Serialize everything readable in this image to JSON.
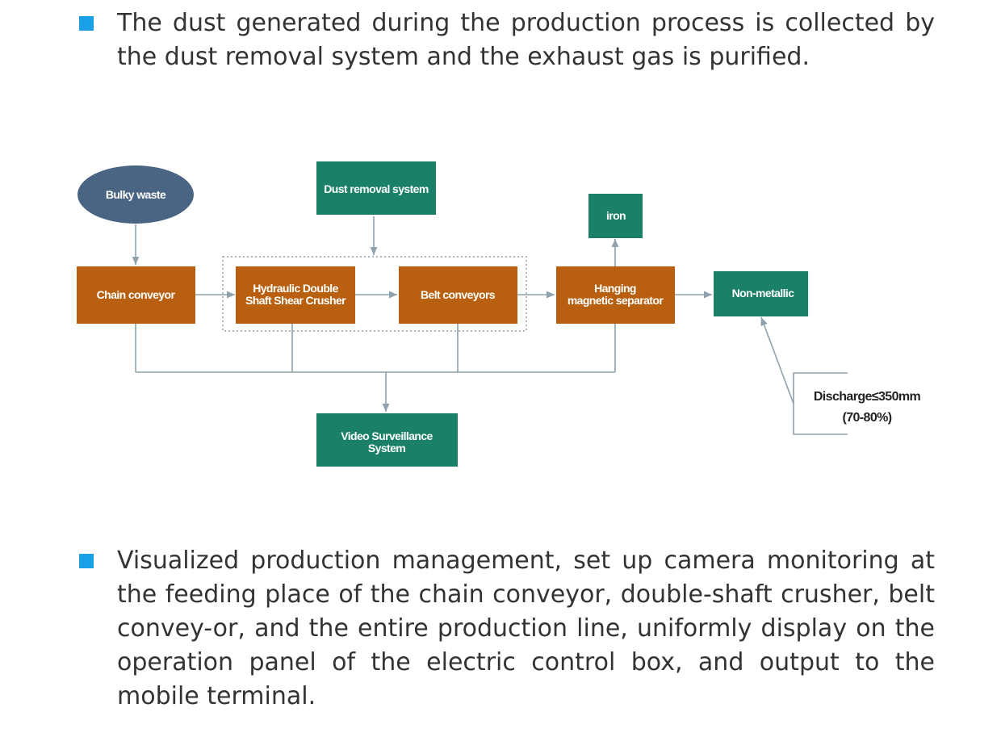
{
  "paragraphs": {
    "dust": "The dust generated during the production process is collected by the dust removal system and the exhaust gas is purified.",
    "video": "Visualized production management, set up camera monitoring at the feeding place of the chain conveyor, double-shaft crusher, belt convey-or, and the entire production line, uniformly display on the operation panel of the electric control box, and output to the mobile terminal."
  },
  "diagram": {
    "nodes": {
      "bulky_waste": "Bulky waste",
      "dust_removal": "Dust removal system",
      "iron": "iron",
      "chain_conveyor": "Chain conveyor",
      "crusher_line1": "Hydraulic Double",
      "crusher_line2": "Shaft Shear Crusher",
      "belt_conveyors": "Belt conveyors",
      "separator_line1": "Hanging",
      "separator_line2": "magnetic separator",
      "non_metallic": "Non-metallic",
      "video_line1": "Video Surveillance",
      "video_line2": "System"
    },
    "note": {
      "line1": "Discharge≤350mm",
      "line2": "(70-80%)"
    },
    "colors": {
      "ellipse": "#4a6584",
      "orange": "#b8600f",
      "green": "#1a8067",
      "line": "#8ea1ac",
      "bullet": "#1aa0e6"
    }
  }
}
